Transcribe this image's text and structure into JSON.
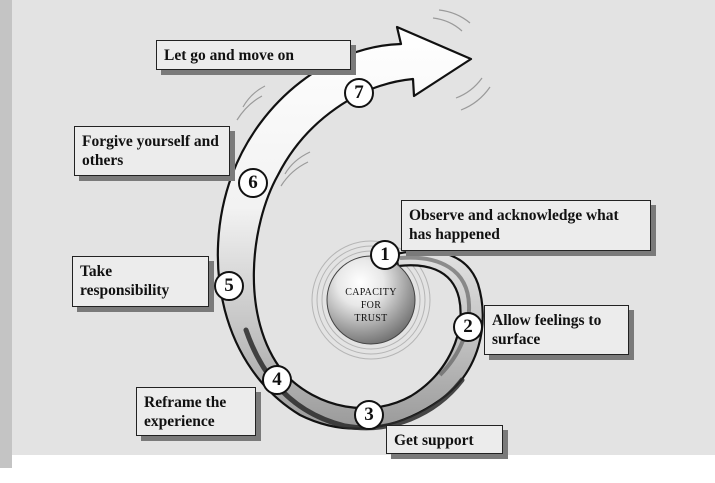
{
  "diagram": {
    "core": [
      "CAPACITY",
      "FOR",
      "TRUST"
    ],
    "steps": [
      {
        "number": "1",
        "label": "Observe and acknowledge what has happened"
      },
      {
        "number": "2",
        "label": "Allow feelings to surface"
      },
      {
        "number": "3",
        "label": "Get support"
      },
      {
        "number": "4",
        "label": "Reframe the experience"
      },
      {
        "number": "5",
        "label": "Take responsibility"
      },
      {
        "number": "6",
        "label": "Forgive yourself and others"
      },
      {
        "number": "7",
        "label": "Let go and move on"
      }
    ],
    "colors": {
      "background": "#e3e3e3",
      "box_fill": "#ececec",
      "box_shadow": "#7a7a7a",
      "outline": "#111111"
    }
  }
}
